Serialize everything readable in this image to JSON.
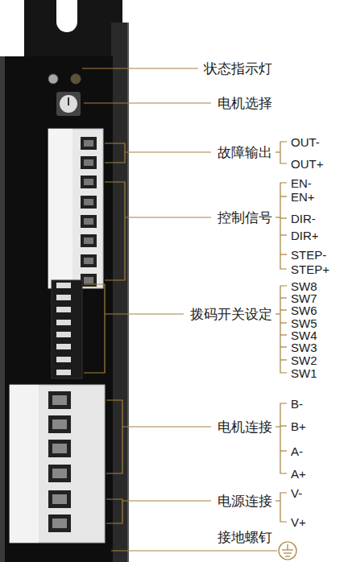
{
  "diagram": {
    "labels": [
      "状态指示灯",
      "电机选择",
      "故障输出",
      "OUT-",
      "OUT+",
      "控制信号",
      "EN-",
      "EN+",
      "DIR-",
      "DIR+",
      "STEP-",
      "STEP+",
      "拨码开关设定",
      "SW8",
      "SW7",
      "SW6",
      "SW5",
      "SW4",
      "SW3",
      "SW2",
      "SW1",
      "电机连接",
      "B-",
      "B+",
      "A-",
      "A+",
      "电源连接",
      "V-",
      "V+",
      "接地螺钉"
    ]
  }
}
